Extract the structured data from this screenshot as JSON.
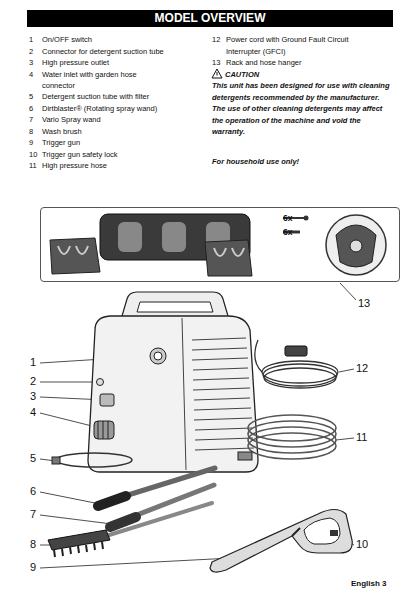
{
  "diagram": {
    "title": "MODEL OVERVIEW",
    "nodes": [
      {
        "text": [
          "6x",
          "6x"
        ]
      }
    ],
    "labels": [
      "1",
      "On/OFF switch",
      "2",
      "Connector for detergent suction tube",
      "3",
      "High pressure outlet",
      "4",
      "Water inlet with garden hose connector",
      "5",
      "Detergent suction tube with filter",
      "6",
      "Dirtblaster® (Rotating spray wand)",
      "7",
      "Vario Spray wand",
      "8",
      "Wash brush",
      "9",
      "Trigger gun",
      "10",
      "Trigger gun safety lock",
      "11",
      "High pressure hose",
      "12",
      "Power cord with Ground Fault Circuit Interrupter (GFCI)",
      "13",
      "Rack and hose hanger",
      "CAUTION",
      "This unit has been designed for use with cleaning detergents recommended by the manufacturer. The use of other cleaning detergents may affect the operation of the machine and void the warranty.",
      "For household use only!",
      "13",
      "1",
      "2",
      "3",
      "4",
      "5",
      "6",
      "7",
      "8",
      "9",
      "10",
      "11",
      "12",
      "English 3"
    ]
  }
}
